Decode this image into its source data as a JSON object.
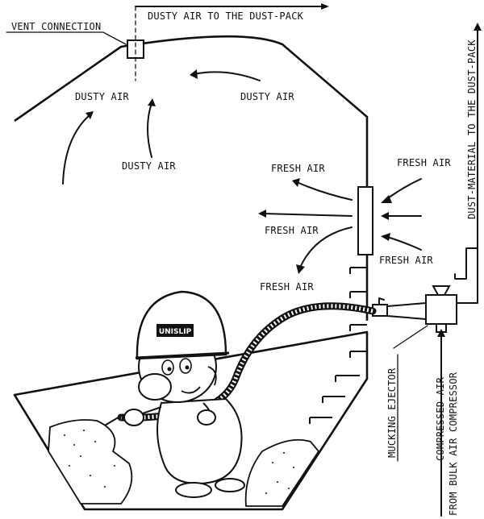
{
  "labels": {
    "vent_connection": "VENT CONNECTION",
    "dusty_air_out": "DUSTY AIR TO THE DUST-PACK",
    "dusty_air_1": "DUSTY AIR",
    "dusty_air_2": "DUSTY AIR",
    "dusty_air_3": "DUSTY  AIR",
    "fresh_air_out_top": "FRESH AIR",
    "fresh_air_in_top": "FRESH AIR",
    "fresh_air_left_mid": "FRESH AIR",
    "fresh_air_in_bottom": "FRESH AIR",
    "fresh_air_left_low": "FRESH AIR",
    "dust_material": "DUST-MATERIAL TO THE DUST-PACK",
    "mucking_ejector": "MUCKING EJECTOR",
    "compressed_air": "COMPRESSED AIR",
    "from_bulk": "FROM BULK AIR COMPRESSOR",
    "helmet": "UNISLIP"
  },
  "icons": [
    "vent-box",
    "fresh-air-inlet-box",
    "mucking-ejector-unit",
    "worker-figure",
    "ladder-rungs",
    "discharge-hose"
  ],
  "colors": {
    "ink": "#111111",
    "paper": "#ffffff"
  }
}
